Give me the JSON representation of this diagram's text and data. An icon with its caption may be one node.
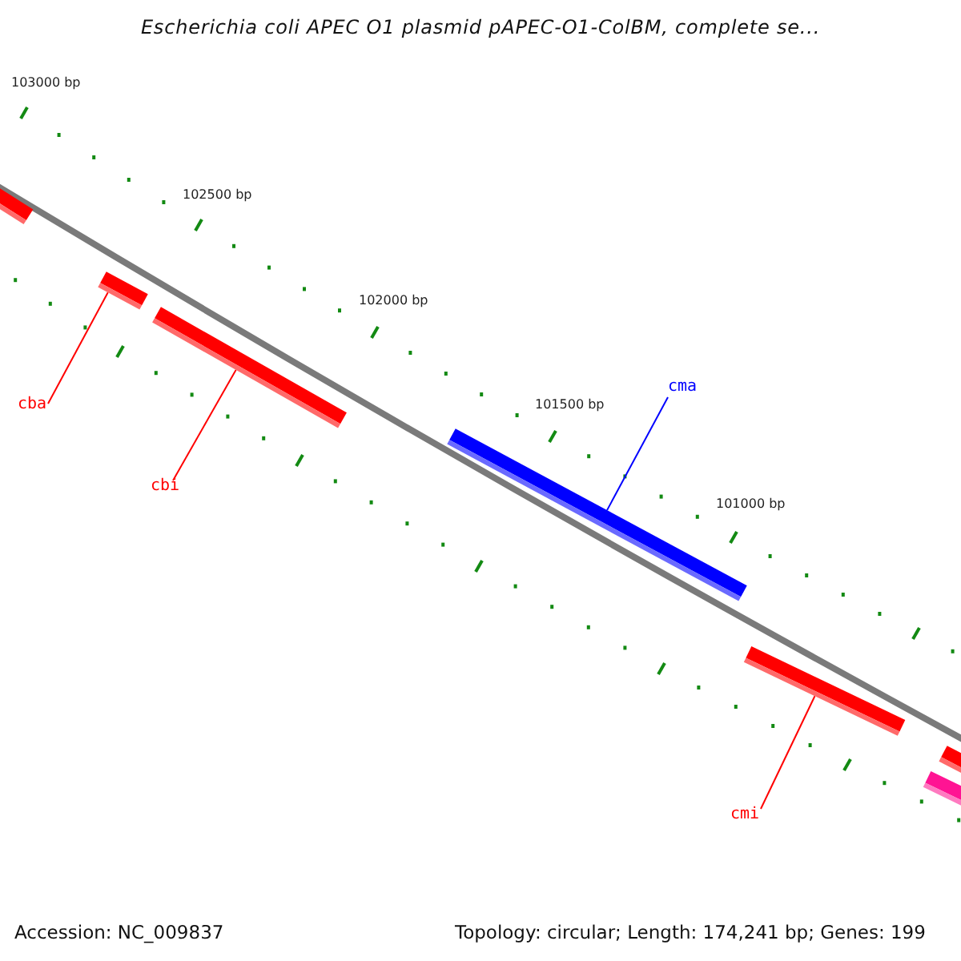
{
  "diagram": {
    "title": "Escherichia coli APEC O1 plasmid pAPEC-O1-ColBM, complete se...",
    "nodes": [
      {
        "text": [],
        "shape": "bar"
      },
      {
        "text": [],
        "shape": "bar"
      },
      {
        "text": [],
        "shape": "bar"
      },
      {
        "text": [],
        "shape": "bar"
      },
      {
        "text": [],
        "shape": "bar"
      },
      {
        "text": [],
        "shape": "bar"
      },
      {
        "text": [],
        "shape": "bar"
      },
      {
        "text": [
          "cba"
        ]
      },
      {
        "text": [
          "cbi"
        ]
      },
      {
        "text": [
          "cma"
        ]
      },
      {
        "text": [
          "cmi"
        ]
      }
    ],
    "edges": [
      {
        "from": 7,
        "to": 1,
        "arrow": "none"
      },
      {
        "from": 8,
        "to": 2,
        "arrow": "none"
      },
      {
        "from": 9,
        "to": 3,
        "arrow": "none",
        "color": "#0000ff"
      },
      {
        "from": 10,
        "to": 4,
        "arrow": "none"
      }
    ],
    "labels": [
      "103000 bp",
      "102500 bp",
      "102000 bp",
      "101500 bp",
      "101000 bp",
      "Accession: NC_009837",
      "Topology: circular; Length: 174,241 bp; Genes: 199"
    ]
  }
}
